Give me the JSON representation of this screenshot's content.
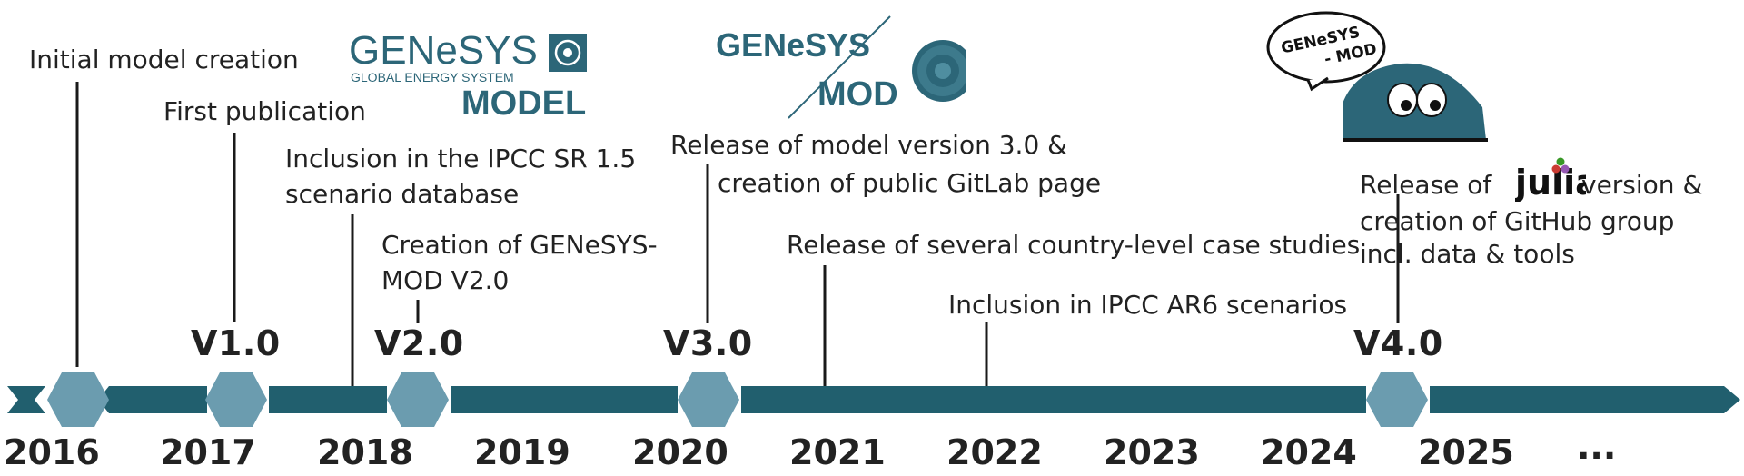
{
  "colors": {
    "arrow": "#215f6e",
    "hexagon": "#6b9caf",
    "text": "#222222",
    "logo_teal": "#2c6678"
  },
  "years": [
    "2016",
    "2017",
    "2018",
    "2019",
    "2020",
    "2021",
    "2022",
    "2023",
    "2024",
    "2025",
    "..."
  ],
  "versions": [
    "V1.0",
    "V2.0",
    "V3.0",
    "V4.0"
  ],
  "events": {
    "initial_model": "Initial model creation",
    "first_publication": "First publication",
    "ipcc_sr_line1": "Inclusion in the IPCC SR 1.5",
    "ipcc_sr_line2": "scenario database",
    "v2_line1": "Creation of GENeSYS-",
    "v2_line2": "MOD V2.0",
    "v3_line1": "Release of model version 3.0   &",
    "v3_line2": "creation of public GitLab page",
    "case_studies": "Release of several country-level case studies",
    "ar6": "Inclusion in IPCC AR6 scenarios",
    "v4_line1a": "Release of",
    "v4_line1b": "version &",
    "v4_line2": "creation of GitHub group",
    "v4_line3": "incl. data & tools"
  },
  "logos": {
    "logo1_title": "GENeSYS",
    "logo1_sub": "GLOBAL ENERGY SYSTEM",
    "logo1_model": "MODEL",
    "logo2_title": "GENeSYS",
    "logo2_mod": "MOD",
    "mascot_bubble_line1": "GENeSYS",
    "mascot_bubble_line2": "- MOD",
    "julia": "julia"
  }
}
